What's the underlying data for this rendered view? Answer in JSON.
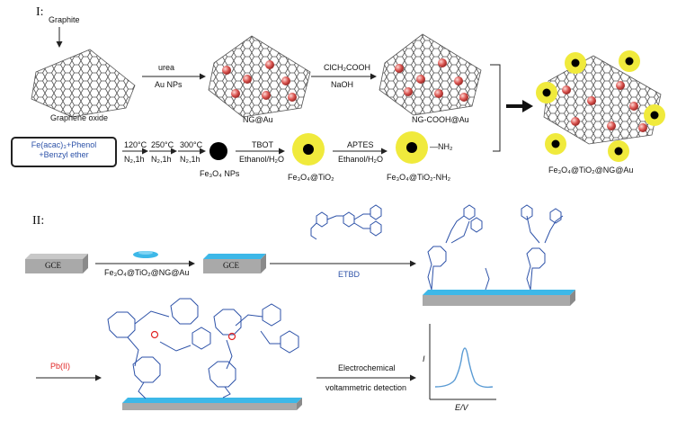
{
  "section1": {
    "roman": "I:",
    "graphite": "Graphite",
    "graphene_oxide": "Graphene oxide",
    "reagent_urea": "urea",
    "reagent_au": "Au NPs",
    "ng_au": "NG@Au",
    "reagent_clch2cooh": "ClCH₂COOH",
    "reagent_naoh": "NaOH",
    "ng_cooh_au": "NG-COOH@Au",
    "precursor_line1": "Fe(acac)₃+Phenol",
    "precursor_line2": "+Benzyl ether",
    "step1_temp": "120°C",
    "step1_cond": "N₂,1h",
    "step2_temp": "250°C",
    "step2_cond": "N₂,1h",
    "step3_temp": "300°C",
    "step3_cond": "N₂,1h",
    "fe3o4": "Fe₃O₄ NPs",
    "reagent_tbot": "TBOT",
    "reagent_ethanol1": "Ethanol/H₂O",
    "fe3o4_tio2": "Fe₃O₄@TiO₂",
    "reagent_aptes": "APTES",
    "reagent_ethanol2": "Ethanol/H₂O",
    "nh2": "—NH₂",
    "fe3o4_tio2_nh2": "Fe₃O₄@TiO₂-NH₂",
    "final": "Fe₃O₄@TiO₂@NG@Au"
  },
  "section2": {
    "roman": "II:",
    "gce1": "GCE",
    "modifier": "Fe₃O₄@TiO₂@NG@Au",
    "gce2": "GCE",
    "etbd": "ETBD",
    "pb": "Pb(II)",
    "detect_line1": "Electrochemical",
    "detect_line2": "voltammetric detection",
    "axis_y": "I",
    "axis_x": "E/V"
  },
  "colors": {
    "sheet": "#555555",
    "gold_np": "#d9534f",
    "shell": "#f0ea3c",
    "core": "#000000",
    "molecule": "#2d52a8",
    "film": "#3db8e8",
    "electrode": "#a9a9a9",
    "pb": "#e02424",
    "peak": "#5a9bd4"
  }
}
